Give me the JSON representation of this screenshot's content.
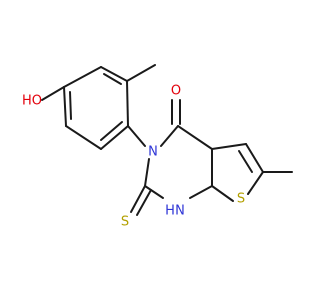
{
  "colors": {
    "bond": "#1a1a1a",
    "oxygen": "#e3000b",
    "nitrogen": "#2e35d6",
    "sulfur": "#b3a000"
  },
  "atoms": {
    "hydroxyl": "HO",
    "carbonyl_oxygen": "O",
    "ring_nitrogen": "N",
    "nh": "H",
    "nh_nitrogen": "N",
    "thiocarbonyl_sulfur": "S",
    "thiophene_sulfur": "S"
  }
}
